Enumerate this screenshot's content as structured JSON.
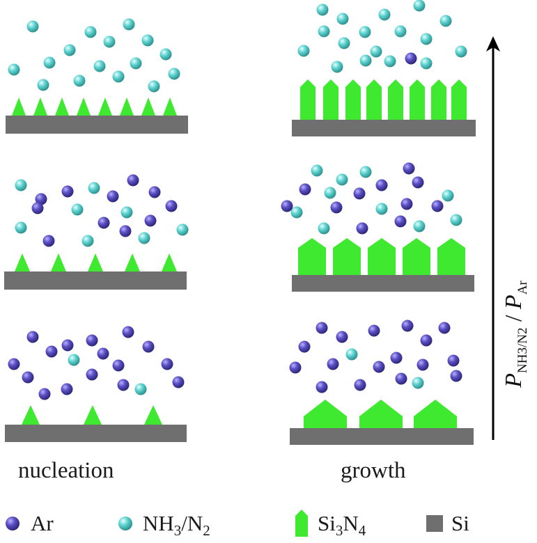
{
  "columns": {
    "left_caption": "nucleation",
    "right_caption": "growth"
  },
  "axis": {
    "label_num_main": "P",
    "label_num_sub": "NH3/N2",
    "label_sep": "/",
    "label_den_main": "P",
    "label_den_sub": "Ar",
    "direction": "increasing upward"
  },
  "legend": {
    "ar": "Ar",
    "nh3": {
      "a": "NH",
      "b": "3",
      "c": "/N",
      "d": "2"
    },
    "si3n4": {
      "a": "Si",
      "b": "3",
      "c": "N",
      "d": "4"
    },
    "si": "Si"
  },
  "colors": {
    "ar": "#5b4fc4",
    "nh3": "#5fd3d0",
    "si3n4": "#3fe92f",
    "si": "#6f6f6f"
  },
  "panels": [
    {
      "name": "nucleation-high",
      "ar_fraction": "low"
    },
    {
      "name": "growth-high",
      "ar_fraction": "low"
    },
    {
      "name": "nucleation-mid",
      "ar_fraction": "medium"
    },
    {
      "name": "growth-mid",
      "ar_fraction": "medium"
    },
    {
      "name": "nucleation-low",
      "ar_fraction": "high"
    },
    {
      "name": "growth-low",
      "ar_fraction": "high"
    }
  ]
}
